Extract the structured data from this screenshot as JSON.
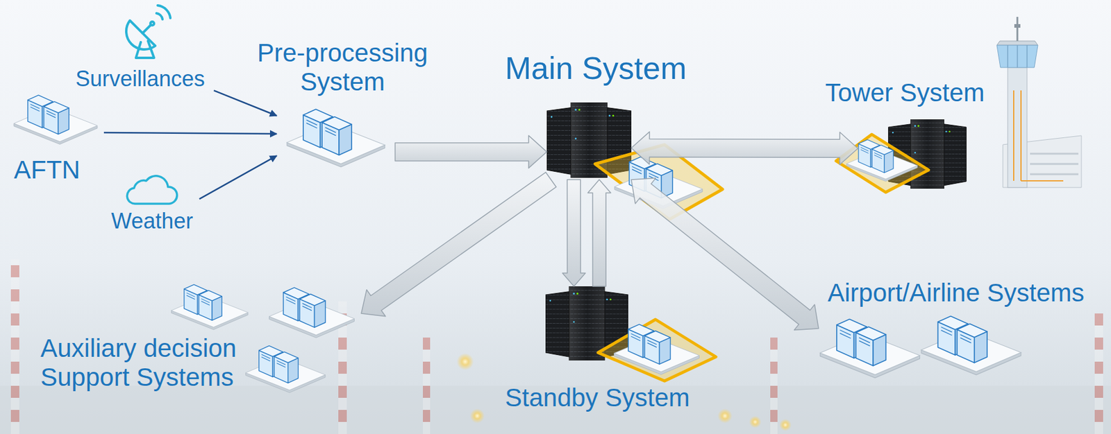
{
  "diagram": {
    "nodes": [
      {
        "text": [
          "Surveillances"
        ]
      },
      {
        "text": [
          "AFTN"
        ]
      },
      {
        "text": [
          "Pre-processing System"
        ]
      },
      {
        "text": [
          "Main System"
        ]
      },
      {
        "text": [
          "Tower System"
        ]
      },
      {
        "text": [
          "Weather"
        ]
      },
      {
        "text": [
          "Airport/Airline Systems"
        ]
      },
      {
        "text": [
          "Auxiliary decision Support Systems"
        ]
      },
      {
        "text": [
          "Standby System"
        ]
      }
    ],
    "edges": [
      {
        "from": 0,
        "to": 2,
        "arrow": "to"
      },
      {
        "from": 1,
        "to": 2,
        "arrow": "to"
      },
      {
        "from": 5,
        "to": 2,
        "arrow": "to"
      },
      {
        "from": 2,
        "to": 3,
        "arrow": "to"
      },
      {
        "from": 4,
        "to": 3,
        "arrow": "both"
      },
      {
        "from": 3,
        "to": 7,
        "arrow": "to"
      },
      {
        "from": 3,
        "to": 8,
        "arrow": "to"
      },
      {
        "from": 8,
        "to": 3,
        "arrow": "to"
      },
      {
        "from": 6,
        "to": 3,
        "arrow": "both"
      }
    ]
  }
}
